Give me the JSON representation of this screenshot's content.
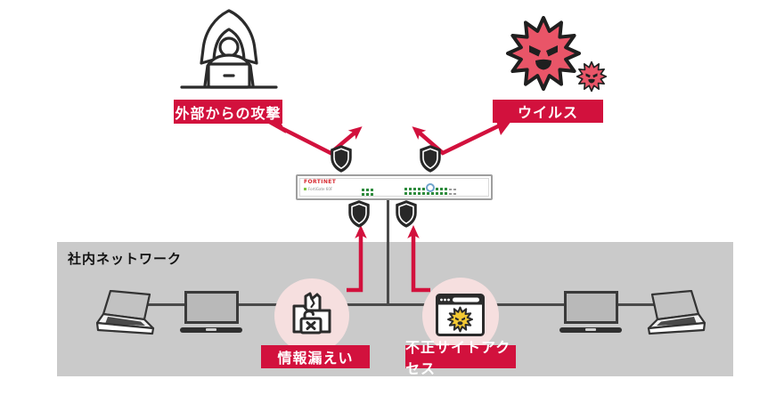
{
  "threats": {
    "external_attack": {
      "label": "外部からの攻撃"
    },
    "virus": {
      "label": "ウイルス"
    }
  },
  "appliance": {
    "brand": "FORTINET",
    "model": "FortiGate 60F"
  },
  "internal_network": {
    "label": "社内ネットワーク",
    "risks": {
      "info_leak": {
        "label": "情報漏えい"
      },
      "unauthorized_site": {
        "label": "不正サイトアクセス"
      }
    }
  },
  "icons": {
    "hacker-icon": "hooded figure at laptop",
    "virus-icon": "red spiked virus with angry face",
    "virus-small-icon": "small red spiked virus",
    "shield-icon": "dark security shield (x4)",
    "folder-leak-icon": "folder with torn document and open padlock with x",
    "malicious-site-icon": "browser window with yellow virus",
    "laptop-3d-icon": "perspective laptop",
    "laptop-front-icon": "front-facing laptop screen"
  },
  "colors": {
    "accent_red": "#d2113d",
    "virus_red": "#e95568",
    "virus_yellow": "#f2c832",
    "shield_dark": "#282828",
    "network_band_gray": "#cacaca",
    "highlight_pink": "#f6dfdf",
    "led_green": "#2e8b3d",
    "led_blue": "#6ea3cc",
    "brand_red": "#d7282f",
    "line_gray": "#4a4a4a"
  }
}
